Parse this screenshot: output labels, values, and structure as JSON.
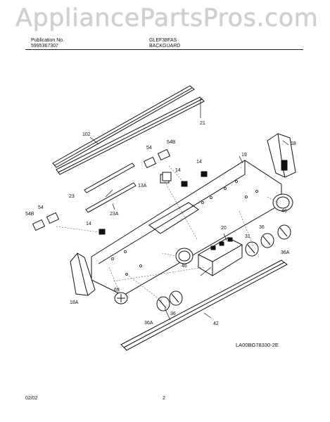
{
  "watermark": "AppliancePartsPros.com",
  "header": {
    "publication_label": "Publication No.",
    "publication_number": "5995367307",
    "model": "GLEF38FAS",
    "section_title": "BACKGUARD"
  },
  "figure_code": "LA00BG78330-2E",
  "footer": {
    "date": "02/02",
    "page": "2"
  },
  "callouts": [
    {
      "id": "c102",
      "text": "102"
    },
    {
      "id": "c21",
      "text": "21"
    },
    {
      "id": "c54a",
      "text": "54"
    },
    {
      "id": "c54b",
      "text": "54B"
    },
    {
      "id": "c14a",
      "text": "14"
    },
    {
      "id": "c14b",
      "text": "14"
    },
    {
      "id": "c19",
      "text": "19"
    },
    {
      "id": "c18",
      "text": "18"
    },
    {
      "id": "c13a",
      "text": "13A"
    },
    {
      "id": "c23",
      "text": "23"
    },
    {
      "id": "c23a",
      "text": "23A"
    },
    {
      "id": "c54c",
      "text": "54"
    },
    {
      "id": "c54bb",
      "text": "54B"
    },
    {
      "id": "c14c",
      "text": "14"
    },
    {
      "id": "c46a",
      "text": "46"
    },
    {
      "id": "c20",
      "text": "20"
    },
    {
      "id": "c31",
      "text": "31"
    },
    {
      "id": "c36a",
      "text": "36"
    },
    {
      "id": "c36aa",
      "text": "36A"
    },
    {
      "id": "c46b",
      "text": "46"
    },
    {
      "id": "c18a",
      "text": "18A"
    },
    {
      "id": "c69",
      "text": "69"
    },
    {
      "id": "c36aaa",
      "text": "36A"
    },
    {
      "id": "c36b",
      "text": "36"
    },
    {
      "id": "c42",
      "text": "42"
    }
  ]
}
